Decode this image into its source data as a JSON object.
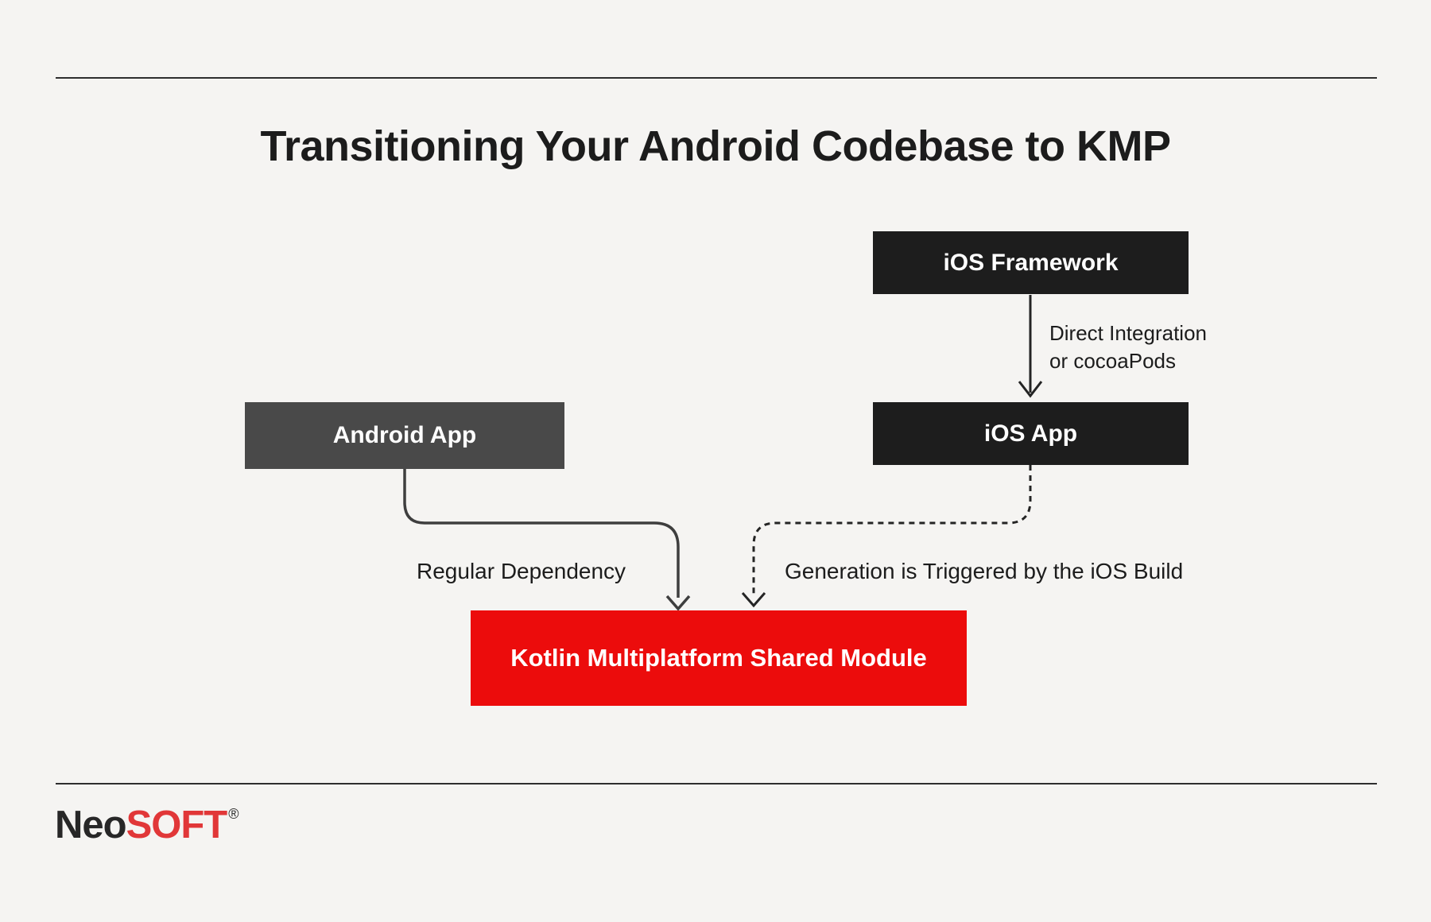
{
  "page": {
    "title": "Transitioning Your Android Codebase to KMP"
  },
  "colors": {
    "background": "#F5F4F2",
    "ink": "#1C1C1C",
    "rule": "#2E2E2E",
    "box_dark": "#1D1D1D",
    "box_gray": "#494949",
    "box_red": "#EC0C0C",
    "box_text": "#FFFFFF",
    "line_gray": "#3E3E3E",
    "line_dark": "#242424",
    "logo_dark": "#272727",
    "logo_red": "#E13738"
  },
  "diagram": {
    "ios_framework": {
      "label": "iOS Framework"
    },
    "android_app": {
      "label": "Android App"
    },
    "ios_app": {
      "label": "iOS App"
    },
    "kmp_module": {
      "label": "Kotlin Multiplatform Shared Module"
    },
    "edges": {
      "direct_integration": {
        "label": "Direct Integration\nor cocoaPods",
        "style": "solid-arrow"
      },
      "regular_dependency": {
        "label": "Regular Dependency",
        "style": "solid-arrow"
      },
      "generation_trigger": {
        "label": "Generation is Triggered by the iOS Build",
        "style": "dashed-arrow"
      }
    }
  },
  "footer": {
    "brand_prefix": "Neo",
    "brand_suffix": "SOFT",
    "registered_mark": "®"
  }
}
